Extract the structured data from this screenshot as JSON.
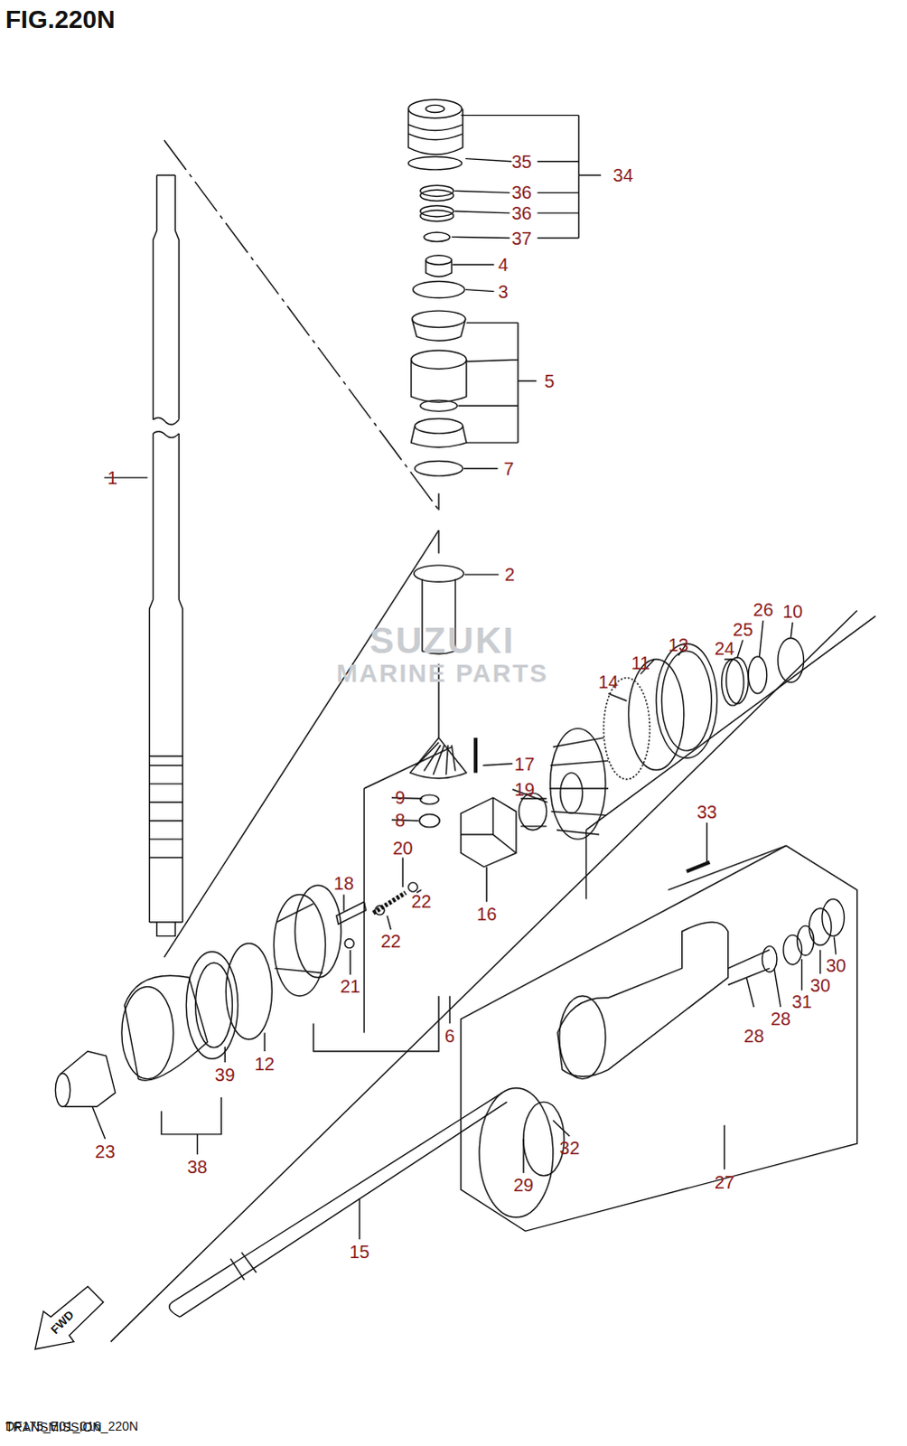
{
  "diagram": {
    "title": "FIG.220N",
    "caption": "TRANSMISSION",
    "labels": [
      "35",
      "34",
      "36",
      "36",
      "37",
      "4",
      "3",
      "5",
      "7",
      "1",
      "2",
      "SUZUKI",
      "MARINE PARTS",
      "26",
      "10",
      "25",
      "13",
      "24",
      "11",
      "14",
      "17",
      "19",
      "9",
      "8",
      "33",
      "20",
      "18",
      "22",
      "16",
      "22",
      "21",
      "30",
      "30",
      "31",
      "28",
      "28",
      "6",
      "12",
      "39",
      "23",
      "38",
      "32",
      "29",
      "27",
      "15",
      "FWD",
      "DF175_E01_016_220N"
    ]
  }
}
